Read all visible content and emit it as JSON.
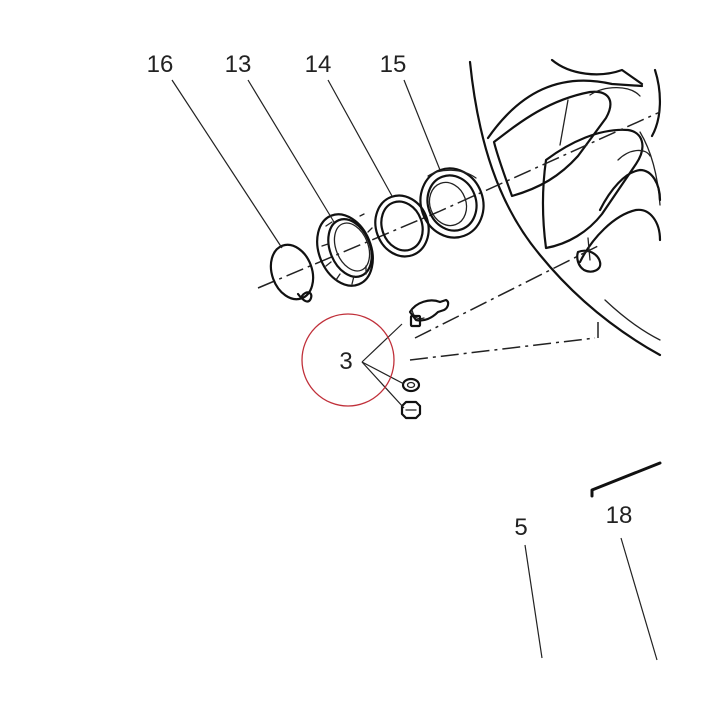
{
  "labels": {
    "ring_clip": "16",
    "castle_nut": "13",
    "washer": "14",
    "bearing_seal": "15",
    "valve_group": "3",
    "rim": "5",
    "tire": "18"
  },
  "highlight": {
    "color": "#c0303a"
  }
}
